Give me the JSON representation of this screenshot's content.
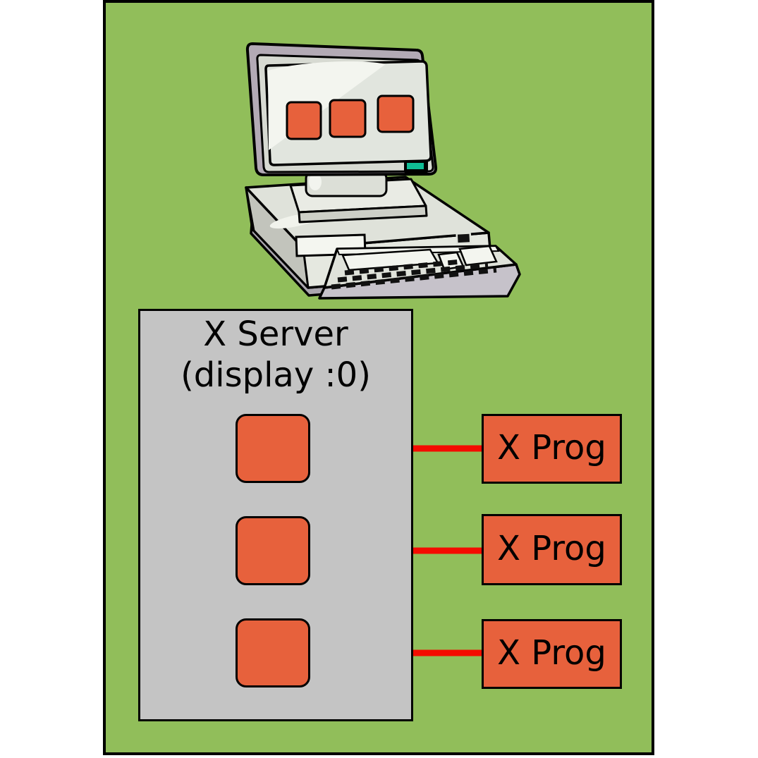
{
  "diagram": {
    "description": "X Window System client-server diagram",
    "colors": {
      "background_green": "#91be5a",
      "box_gray": "#c4c4c4",
      "window_orange": "#e7613c",
      "arrow_red": "#f40c00",
      "outline_black": "#000000",
      "led_teal": "#10bd95"
    }
  },
  "computer": {
    "icon_name": "desktop-computer-clipart",
    "screen_window_count": 3
  },
  "server_box": {
    "title_line1": "X Server",
    "title_line2": "(display :0)",
    "window_count": 3
  },
  "clients": [
    {
      "label": "X Prog"
    },
    {
      "label": "X Prog"
    },
    {
      "label": "X Prog"
    }
  ],
  "arrows": [
    {
      "from": "x-prog-box-1",
      "to": "server-window-1"
    },
    {
      "from": "x-prog-box-2",
      "to": "server-window-2"
    },
    {
      "from": "x-prog-box-3",
      "to": "server-window-3"
    }
  ]
}
